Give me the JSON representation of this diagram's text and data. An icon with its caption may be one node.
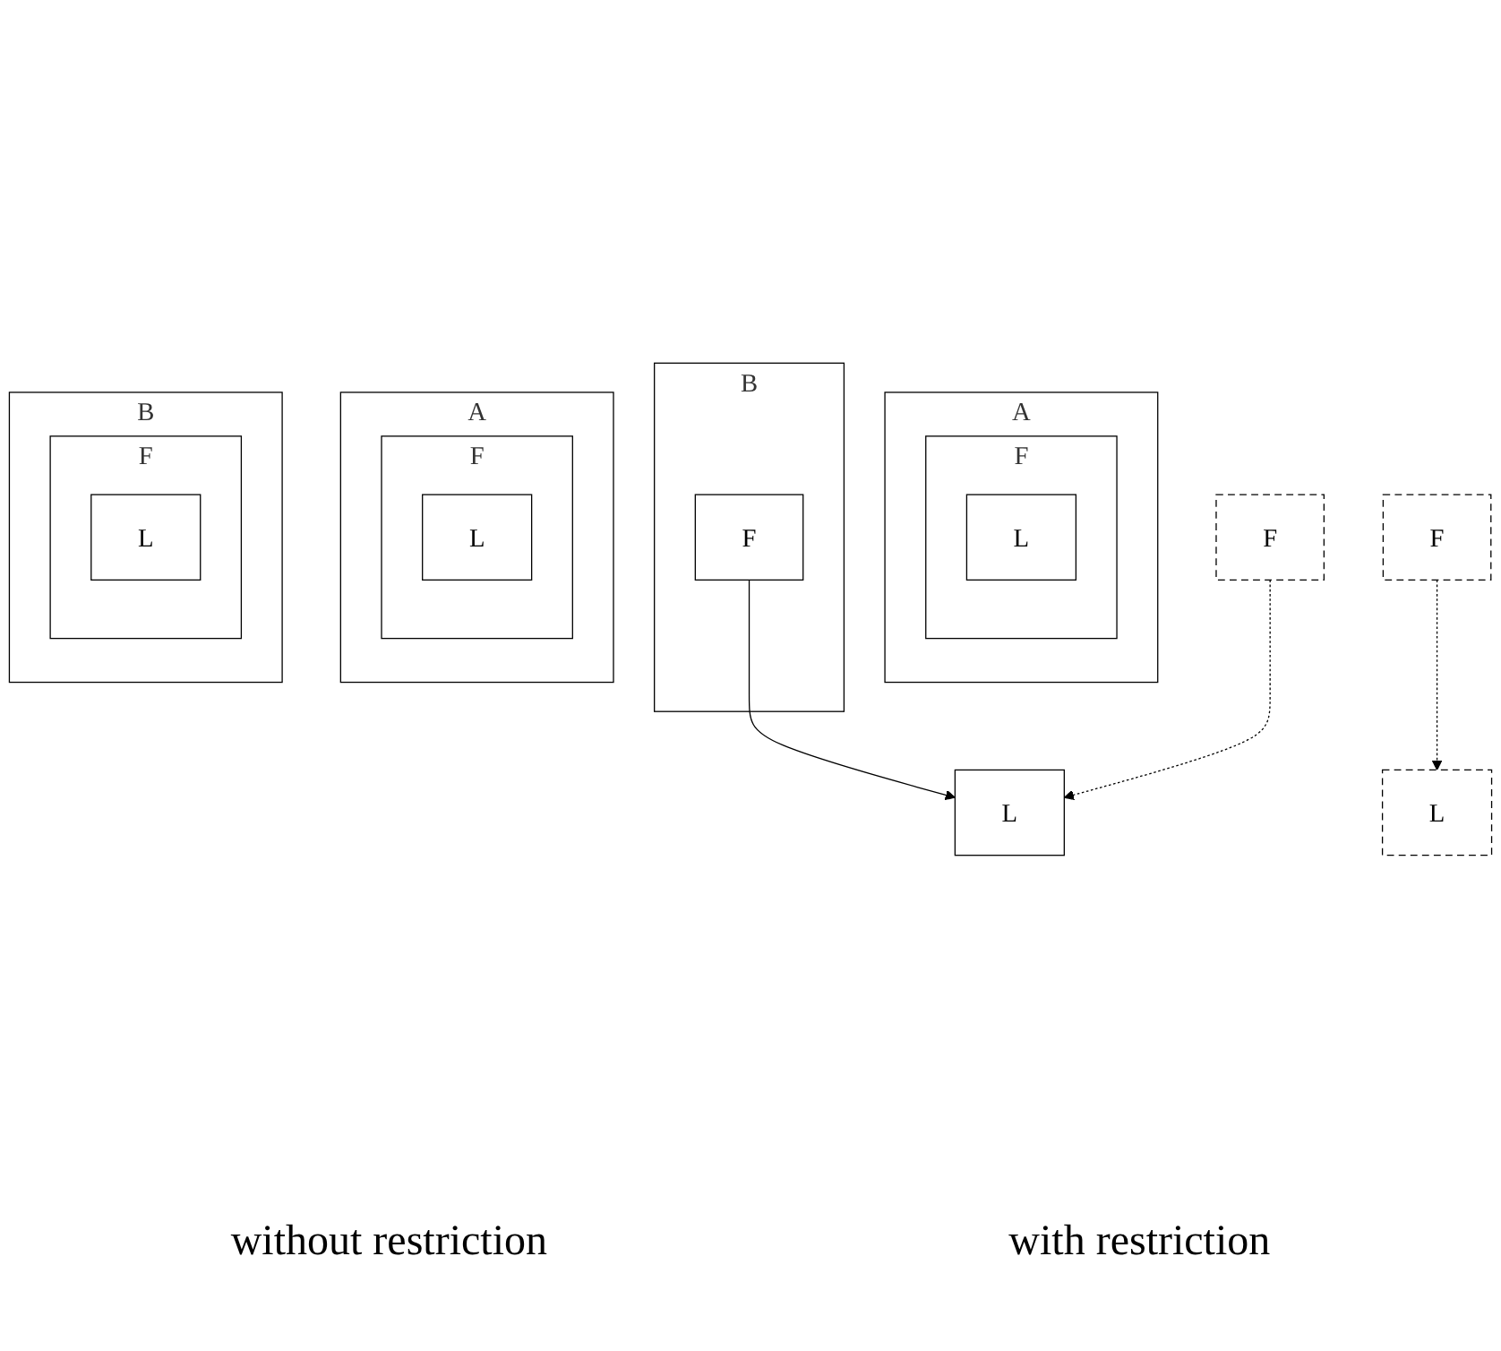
{
  "diagram": {
    "nodes": [
      {
        "text": [
          "A"
        ]
      },
      {
        "text": [
          "F"
        ],
        "in": 0
      },
      {
        "text": [
          "L"
        ],
        "in": 1
      },
      {
        "text": [
          "B"
        ]
      },
      {
        "text": [
          "F"
        ],
        "in": 3
      },
      {
        "text": [
          "F"
        ]
      },
      {
        "text": [
          "L"
        ]
      },
      {
        "text": [
          "A"
        ]
      },
      {
        "text": [
          "F"
        ],
        "in": 7
      },
      {
        "text": [
          "L"
        ],
        "in": 8
      },
      {
        "text": [
          "B"
        ]
      },
      {
        "text": [
          "F"
        ],
        "in": 10
      },
      {
        "text": [
          "L"
        ],
        "in": 11
      },
      {
        "text": [
          "F"
        ]
      },
      {
        "text": [
          "L"
        ]
      }
    ],
    "edges": [
      {
        "from": 4,
        "to": 6,
        "arrow": "to"
      },
      {
        "from": 5,
        "to": 6,
        "arrow": "to",
        "style": "dashed"
      },
      {
        "from": 13,
        "to": 14,
        "arrow": "to",
        "style": "dashed"
      }
    ],
    "labels": [
      "without restriction",
      "with restriction"
    ]
  }
}
